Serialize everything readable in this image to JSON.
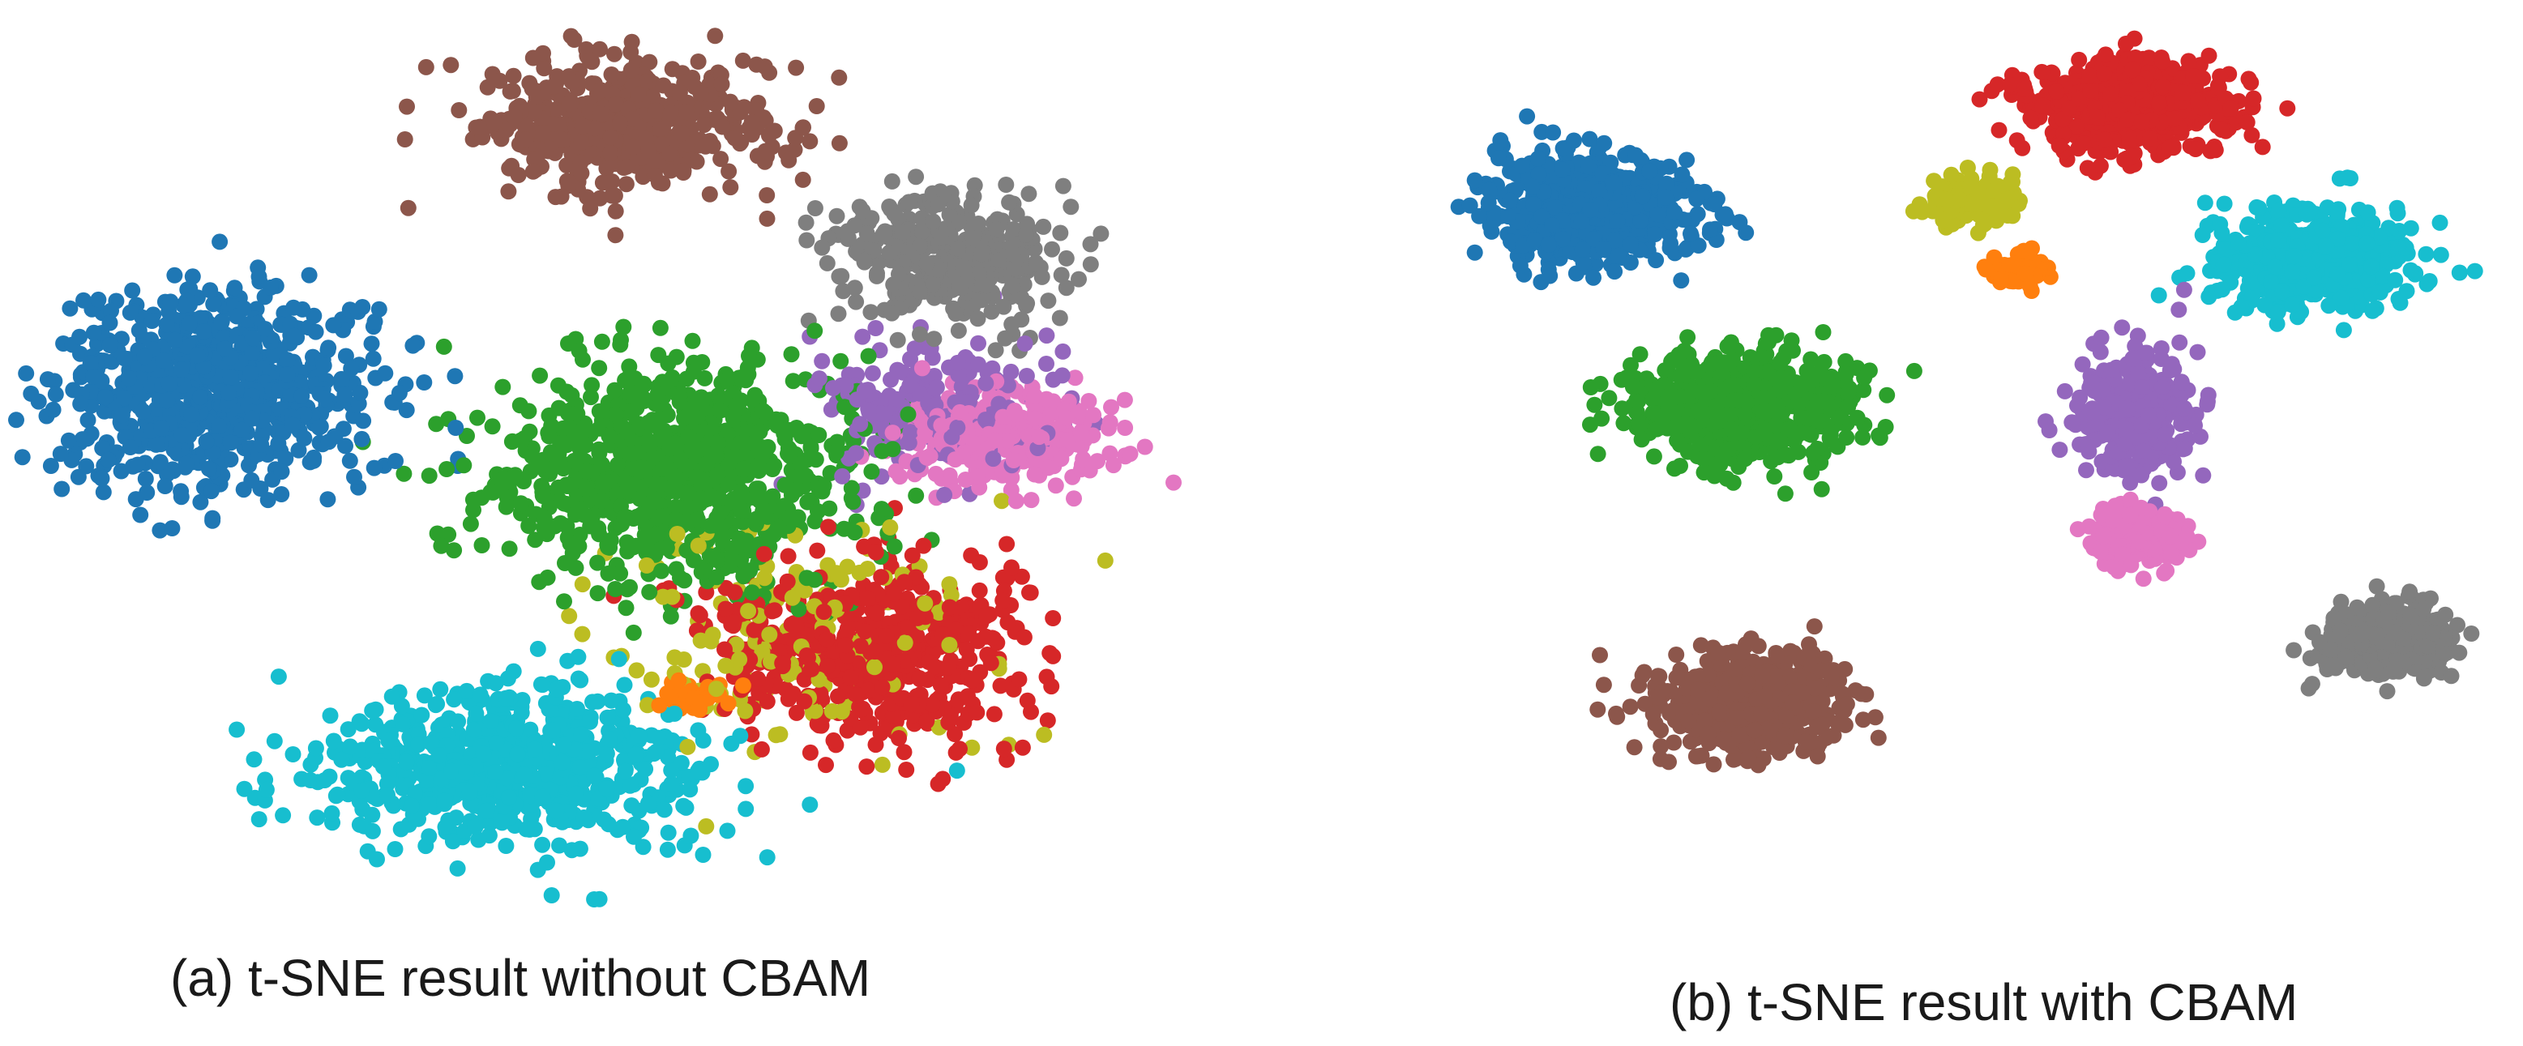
{
  "chart_data": [
    {
      "type": "scatter",
      "caption": "(a) t-SNE result without CBAM",
      "xlim": [
        0,
        100
      ],
      "ylim": [
        0,
        100
      ],
      "grid": false,
      "series": [
        {
          "color": "#1f77b4",
          "clusters": [
            {
              "cx": 17,
              "cy": 57,
              "sx": 12,
              "sy": 10,
              "n": 760
            }
          ]
        },
        {
          "color": "#8c564b",
          "clusters": [
            {
              "cx": 52,
              "cy": 87,
              "sx": 12,
              "sy": 7,
              "n": 500
            }
          ]
        },
        {
          "color": "#7f7f7f",
          "clusters": [
            {
              "cx": 79,
              "cy": 72,
              "sx": 9,
              "sy": 6,
              "n": 380
            }
          ]
        },
        {
          "color": "#9467bd",
          "clusters": [
            {
              "cx": 78,
              "cy": 56,
              "sx": 10,
              "sy": 7,
              "n": 180
            }
          ]
        },
        {
          "color": "#e377c2",
          "clusters": [
            {
              "cx": 84,
              "cy": 52,
              "sx": 8,
              "sy": 5,
              "n": 320
            }
          ]
        },
        {
          "color": "#2ca02c",
          "clusters": [
            {
              "cx": 56,
              "cy": 48,
              "sx": 14,
              "sy": 11,
              "n": 900
            }
          ]
        },
        {
          "color": "#d62728",
          "clusters": [
            {
              "cx": 73,
              "cy": 28,
              "sx": 12,
              "sy": 9,
              "n": 560
            }
          ]
        },
        {
          "color": "#bcbd22",
          "clusters": [
            {
              "cx": 66,
              "cy": 30,
              "sx": 16,
              "sy": 12,
              "n": 160
            }
          ]
        },
        {
          "color": "#ff7f0e",
          "clusters": [
            {
              "cx": 57,
              "cy": 23,
              "sx": 3,
              "sy": 2,
              "n": 30
            }
          ]
        },
        {
          "color": "#17becf",
          "clusters": [
            {
              "cx": 42,
              "cy": 15,
              "sx": 15,
              "sy": 8,
              "n": 720
            }
          ]
        }
      ]
    },
    {
      "type": "scatter",
      "caption": "(b) t-SNE result with CBAM",
      "xlim": [
        0,
        100
      ],
      "ylim": [
        0,
        100
      ],
      "grid": false,
      "series": [
        {
          "color": "#1f77b4",
          "clusters": [
            {
              "cx": 16,
              "cy": 77,
              "sx": 9,
              "sy": 6,
              "n": 560
            }
          ]
        },
        {
          "color": "#2ca02c",
          "clusters": [
            {
              "cx": 30,
              "cy": 54,
              "sx": 9,
              "sy": 5.5,
              "n": 560
            }
          ]
        },
        {
          "color": "#8c564b",
          "clusters": [
            {
              "cx": 30,
              "cy": 20,
              "sx": 8,
              "sy": 5,
              "n": 520
            }
          ]
        },
        {
          "color": "#d62728",
          "clusters": [
            {
              "cx": 66,
              "cy": 89,
              "sx": 8,
              "sy": 5,
              "n": 560
            }
          ]
        },
        {
          "color": "#bcbd22",
          "clusters": [
            {
              "cx": 51,
              "cy": 78,
              "sx": 4,
              "sy": 3,
              "n": 140
            }
          ]
        },
        {
          "color": "#ff7f0e",
          "clusters": [
            {
              "cx": 55,
              "cy": 70,
              "sx": 2.5,
              "sy": 2,
              "n": 60
            }
          ]
        },
        {
          "color": "#17becf",
          "clusters": [
            {
              "cx": 82,
              "cy": 71,
              "sx": 8,
              "sy": 5,
              "n": 560
            }
          ]
        },
        {
          "color": "#9467bd",
          "clusters": [
            {
              "cx": 66,
              "cy": 53,
              "sx": 5,
              "sy": 7,
              "n": 300
            }
          ]
        },
        {
          "color": "#e377c2",
          "clusters": [
            {
              "cx": 66,
              "cy": 39,
              "sx": 4,
              "sy": 3,
              "n": 200
            }
          ]
        },
        {
          "color": "#7f7f7f",
          "clusters": [
            {
              "cx": 89,
              "cy": 27,
              "sx": 5,
              "sy": 4,
              "n": 320
            }
          ]
        }
      ]
    }
  ]
}
